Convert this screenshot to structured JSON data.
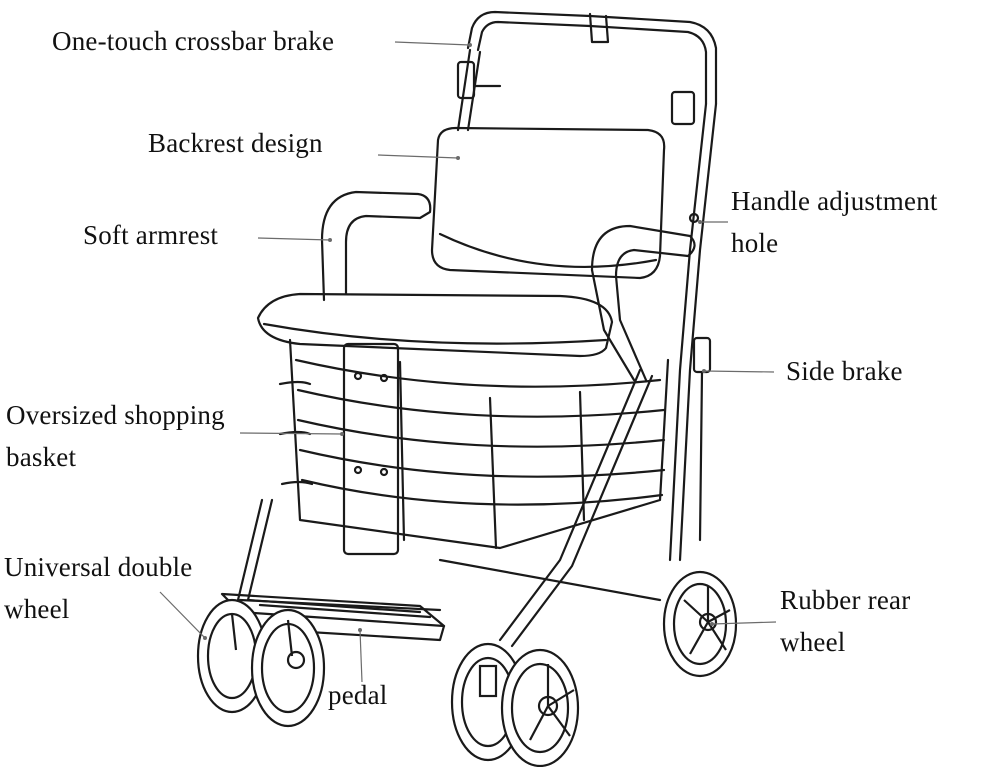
{
  "colors": {
    "ink": "#1a1a1a",
    "leader": "#6b6b6b",
    "paper": "#ffffff",
    "shade": "#e9e9e9"
  },
  "labels": {
    "crossbar_brake": "One-touch crossbar brake",
    "backrest": "Backrest design",
    "armrest": "Soft armrest",
    "handle_hole_line1": "Handle adjustment",
    "handle_hole_line2": "hole",
    "side_brake": "Side brake",
    "basket_line1": "Oversized shopping",
    "basket_line2": "basket",
    "double_wheel_line1": "Universal double",
    "double_wheel_line2": "wheel",
    "rear_wheel_line1": "Rubber rear",
    "rear_wheel_line2": "wheel",
    "pedal": "pedal"
  }
}
